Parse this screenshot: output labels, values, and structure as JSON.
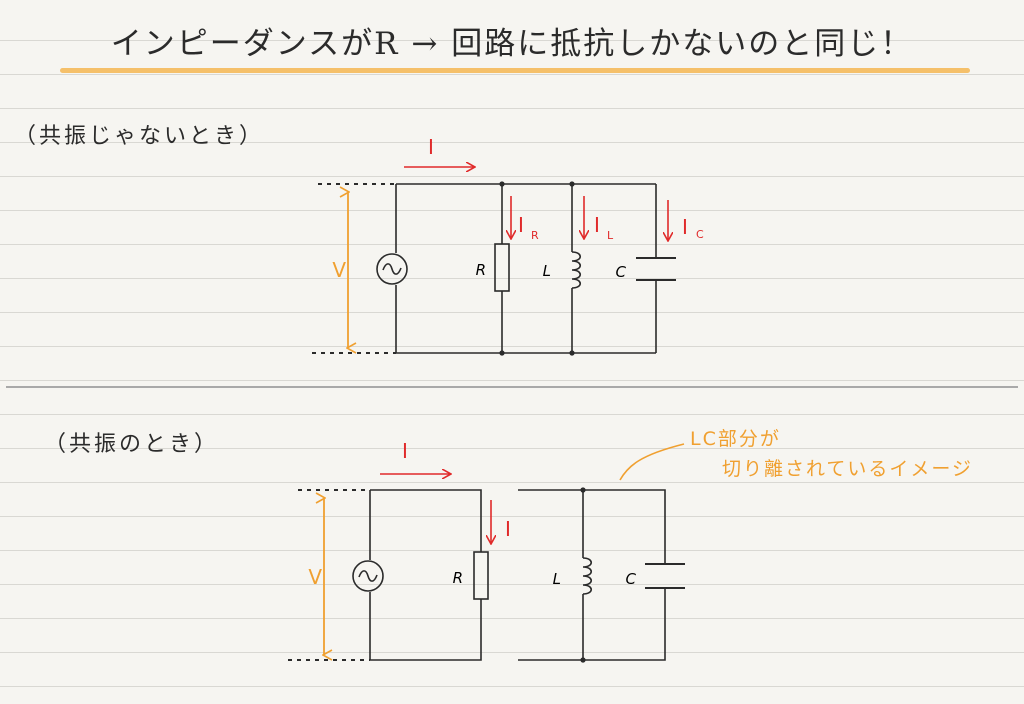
{
  "title": "インピーダンスがR → 回路に抵抗しかないのと同じ！",
  "sections": [
    {
      "label": "（共振じゃないとき）",
      "labels": {
        "current_total": "I",
        "voltage": "V",
        "resistor": "R",
        "inductor": "L",
        "capacitor": "C",
        "i_r": "I",
        "i_r_sub": "R",
        "i_l": "I",
        "i_l_sub": "L",
        "i_c": "I",
        "i_c_sub": "C"
      }
    },
    {
      "label": "（共振のとき）",
      "labels": {
        "current_total": "I",
        "voltage": "V",
        "resistor": "R",
        "inductor": "L",
        "capacitor": "C",
        "i_r": "I"
      },
      "annotation": {
        "line1": "LC部分が",
        "line2": "切り離されているイメージ"
      }
    }
  ],
  "colors": {
    "current": "#e02a2a",
    "voltage": "#f0a030",
    "highlight": "#f5c06a",
    "wire": "#2b2b2b"
  }
}
